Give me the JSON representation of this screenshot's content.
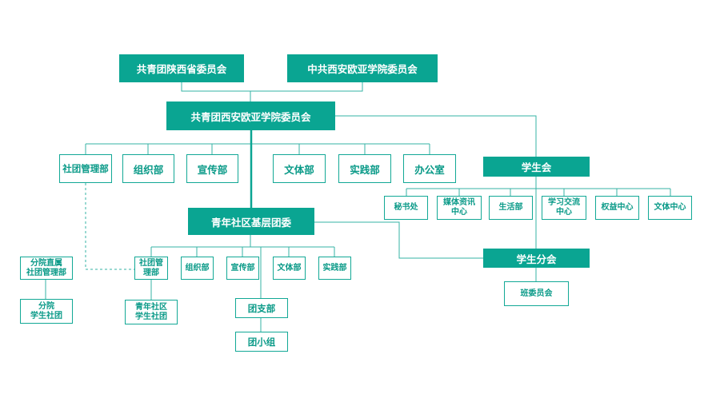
{
  "colors": {
    "accent": "#0aa592",
    "line": "#35b3a4"
  },
  "nodes": {
    "shaanxi_league": "共青团陕西省委员会",
    "party_committee": "中共西安欧亚学院委员会",
    "college_league": "共青团西安欧亚学院委员会",
    "club_dept": "社团管理部",
    "org_dept": "组织部",
    "propaganda_dept": "宣传部",
    "culture_dept": "文体部",
    "practice_dept": "实践部",
    "office": "办公室",
    "student_union": "学生会",
    "secretariat": "秘书处",
    "media_center": "媒体资讯\n中心",
    "life_dept": "生活部",
    "exchange_center": "学习交流\n中心",
    "rights_center": "权益中心",
    "culture_center": "文体中心",
    "youth_community": "青年社区基层团委",
    "student_branch": "学生分会",
    "class_committee": "班委员会",
    "branch_club_dept": "分院直属\n社团管理部",
    "branch_clubs": "分院\n学生社团",
    "yc_club_dept": "社团管\n理部",
    "yc_org_dept": "组织部",
    "yc_propaganda_dept": "宣传部",
    "yc_culture_dept": "文体部",
    "yc_practice_dept": "实践部",
    "yc_clubs": "青年社区\n学生社团",
    "league_branch": "团支部",
    "league_group": "团小组"
  }
}
